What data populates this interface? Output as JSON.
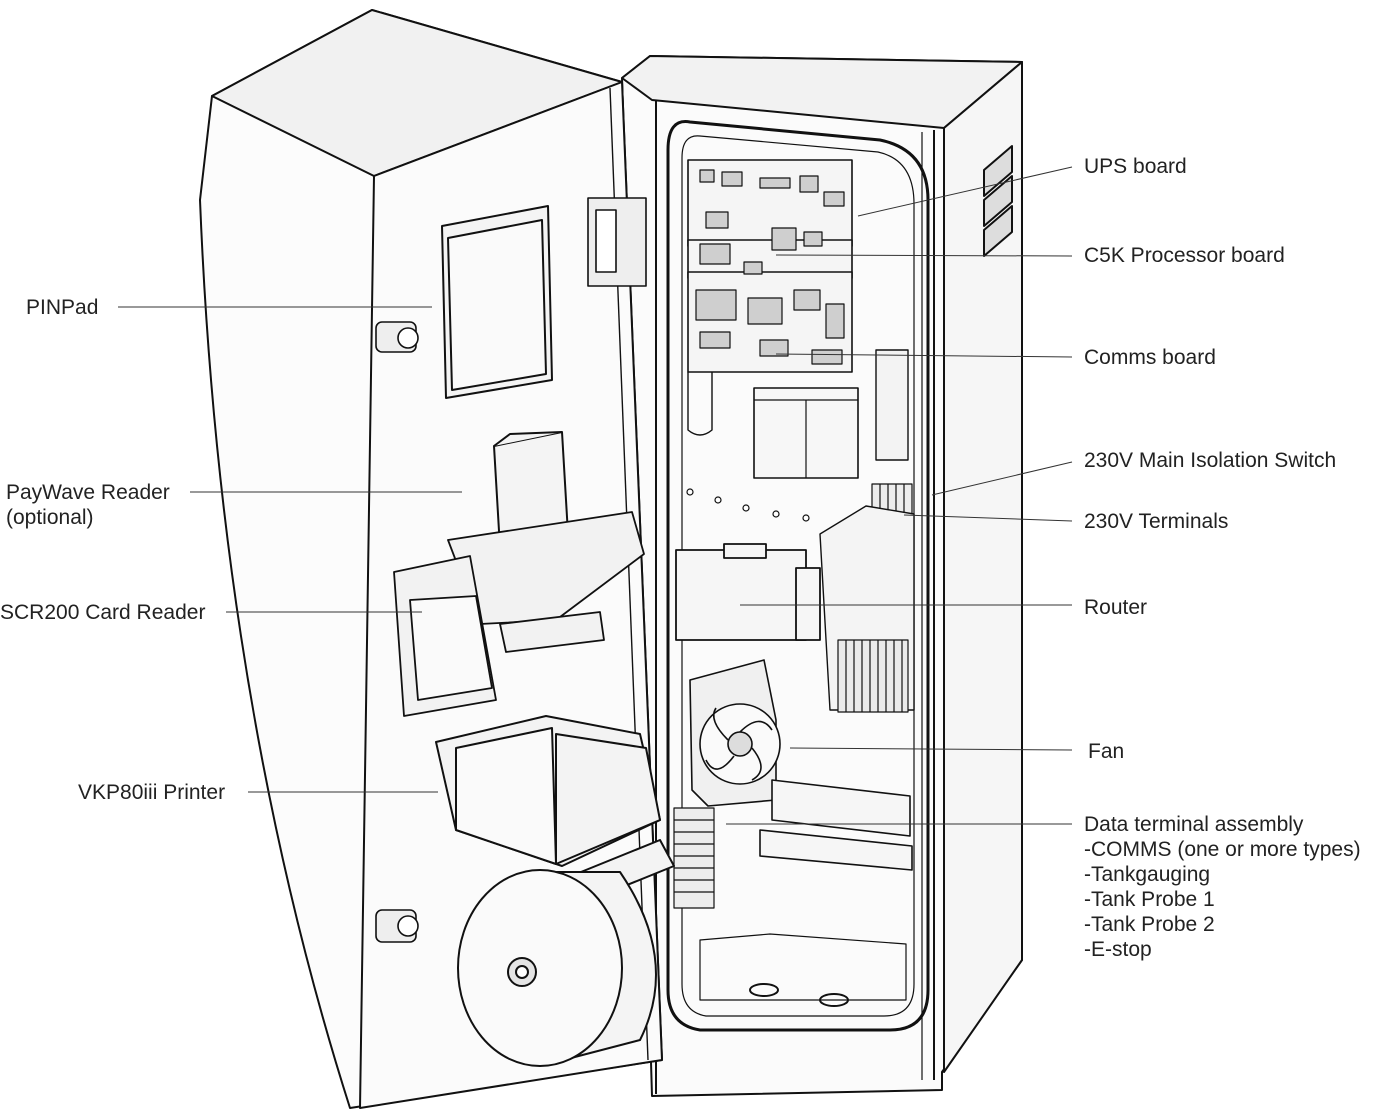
{
  "labels": {
    "ups_board": "UPS board",
    "c5k_board": "C5K Processor board",
    "comms_board": "Comms board",
    "isolation_switch": "230V Main Isolation Switch",
    "terminals_230v": "230V Terminals",
    "router": "Router",
    "fan": "Fan",
    "pinpad": "PINPad",
    "paywave_line1": "PayWave Reader",
    "paywave_line2": "(optional)",
    "card_reader": "SCR200 Card Reader",
    "printer": "VKP80iii Printer",
    "data_terminal": {
      "title": "Data terminal assembly",
      "items": [
        "-COMMS (one or more types)",
        "-Tankgauging",
        "-Tank Probe 1",
        "-Tank Probe 2",
        "-E-stop"
      ]
    }
  }
}
